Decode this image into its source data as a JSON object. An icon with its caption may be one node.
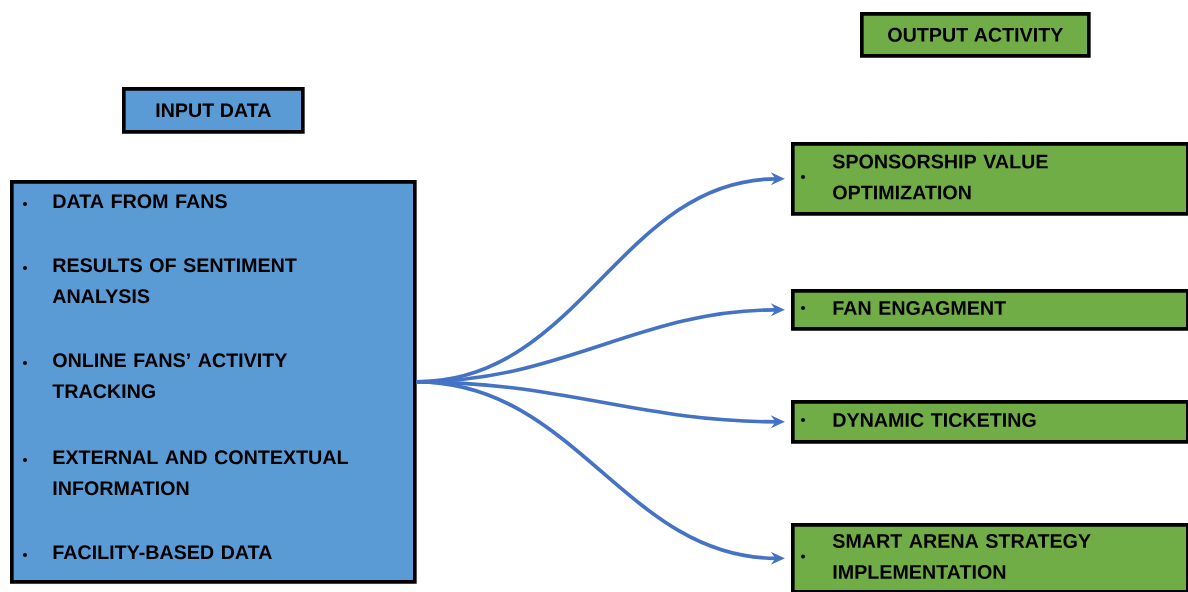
{
  "diagram": {
    "nodes": [
      {
        "text": [
          "INPUT DATA"
        ]
      },
      {
        "text": [
          "DATA FROM FANS",
          "RESULTS OF SENTIMENT ANALYSIS",
          "ONLINE FANS’ ACTIVITY TRACKING",
          "EXTERNAL AND CONTEXTUAL INFORMATION",
          "FACILITY-BASED DATA"
        ]
      },
      {
        "text": [
          "OUTPUT ACTIVITY"
        ]
      },
      {
        "text": [
          "SPONSORSHIP VALUE OPTIMIZATION"
        ]
      },
      {
        "text": [
          "FAN ENGAGMENT"
        ]
      },
      {
        "text": [
          "DYNAMIC TICKETING"
        ]
      },
      {
        "text": [
          "SMART ARENA STRATEGY IMPLEMENTATION"
        ]
      }
    ],
    "edges": [
      {
        "from": 1,
        "to": 3,
        "arrow": "to"
      },
      {
        "from": 1,
        "to": 4,
        "arrow": "to"
      },
      {
        "from": 1,
        "to": 5,
        "arrow": "to"
      },
      {
        "from": 1,
        "to": 6,
        "arrow": "to"
      }
    ]
  }
}
